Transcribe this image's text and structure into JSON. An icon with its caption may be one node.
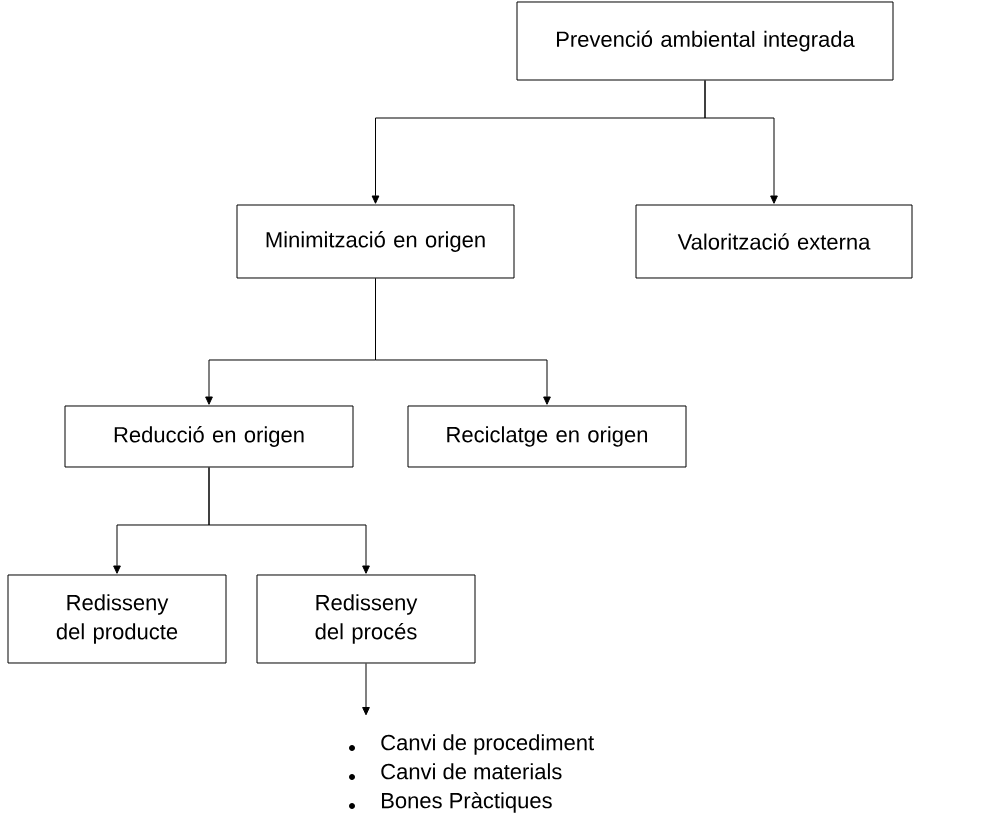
{
  "diagram": {
    "nodes": [
      {
        "text": [
          "Prevenció ambiental integrada"
        ]
      },
      {
        "text": [
          "Minimització en origen"
        ]
      },
      {
        "text": [
          "Valorització externa"
        ]
      },
      {
        "text": [
          "Reducció en origen"
        ]
      },
      {
        "text": [
          "Reciclatge en origen"
        ]
      },
      {
        "text": [
          "Redisseny del producte"
        ]
      },
      {
        "text": [
          "Redisseny del procés"
        ]
      },
      {
        "text": [
          "Canvi de procediment",
          "Canvi de materials",
          "Bones Pràctiques"
        ]
      }
    ],
    "edges": [
      {
        "from": 0,
        "to": 1,
        "arrow": "to"
      },
      {
        "from": 0,
        "to": 2,
        "arrow": "to"
      },
      {
        "from": 1,
        "to": 3,
        "arrow": "to"
      },
      {
        "from": 1,
        "to": 4,
        "arrow": "to"
      },
      {
        "from": 3,
        "to": 5,
        "arrow": "to"
      },
      {
        "from": 3,
        "to": 6,
        "arrow": "to"
      },
      {
        "from": 6,
        "to": 7,
        "arrow": "to"
      }
    ]
  }
}
